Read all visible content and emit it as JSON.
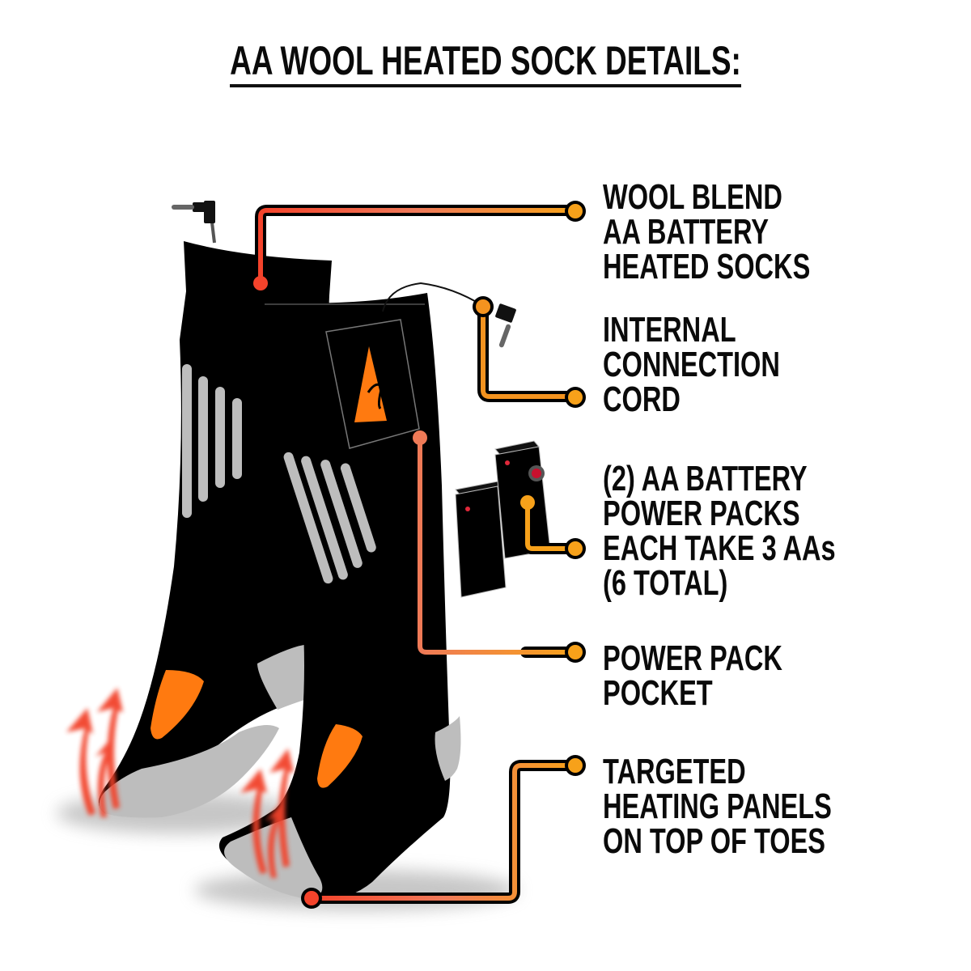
{
  "title": "AA WOOL HEATED SOCK DETAILS:",
  "colors": {
    "sock": "#000000",
    "stripe": "#bdbdbd",
    "accent_orange": "#ff7a10",
    "callout_red": "#f4432b",
    "callout_orange": "#f7a11a",
    "callout_salmon": "#ef7a57",
    "heat_arrow": "#f2432b"
  },
  "callouts": [
    {
      "id": "socks",
      "lines": [
        "WOOL BLEND",
        "AA BATTERY",
        "HEATED SOCKS"
      ]
    },
    {
      "id": "cord",
      "lines": [
        "INTERNAL",
        "CONNECTION",
        "CORD"
      ]
    },
    {
      "id": "packs",
      "lines": [
        "(2) AA BATTERY",
        "POWER PACKS",
        "EACH TAKE 3 AAs",
        "(6 TOTAL)"
      ]
    },
    {
      "id": "pocket",
      "lines": [
        "POWER PACK",
        "POCKET"
      ]
    },
    {
      "id": "panels",
      "lines": [
        "TARGETED",
        "HEATING PANELS",
        "ON TOP OF TOES"
      ]
    }
  ]
}
